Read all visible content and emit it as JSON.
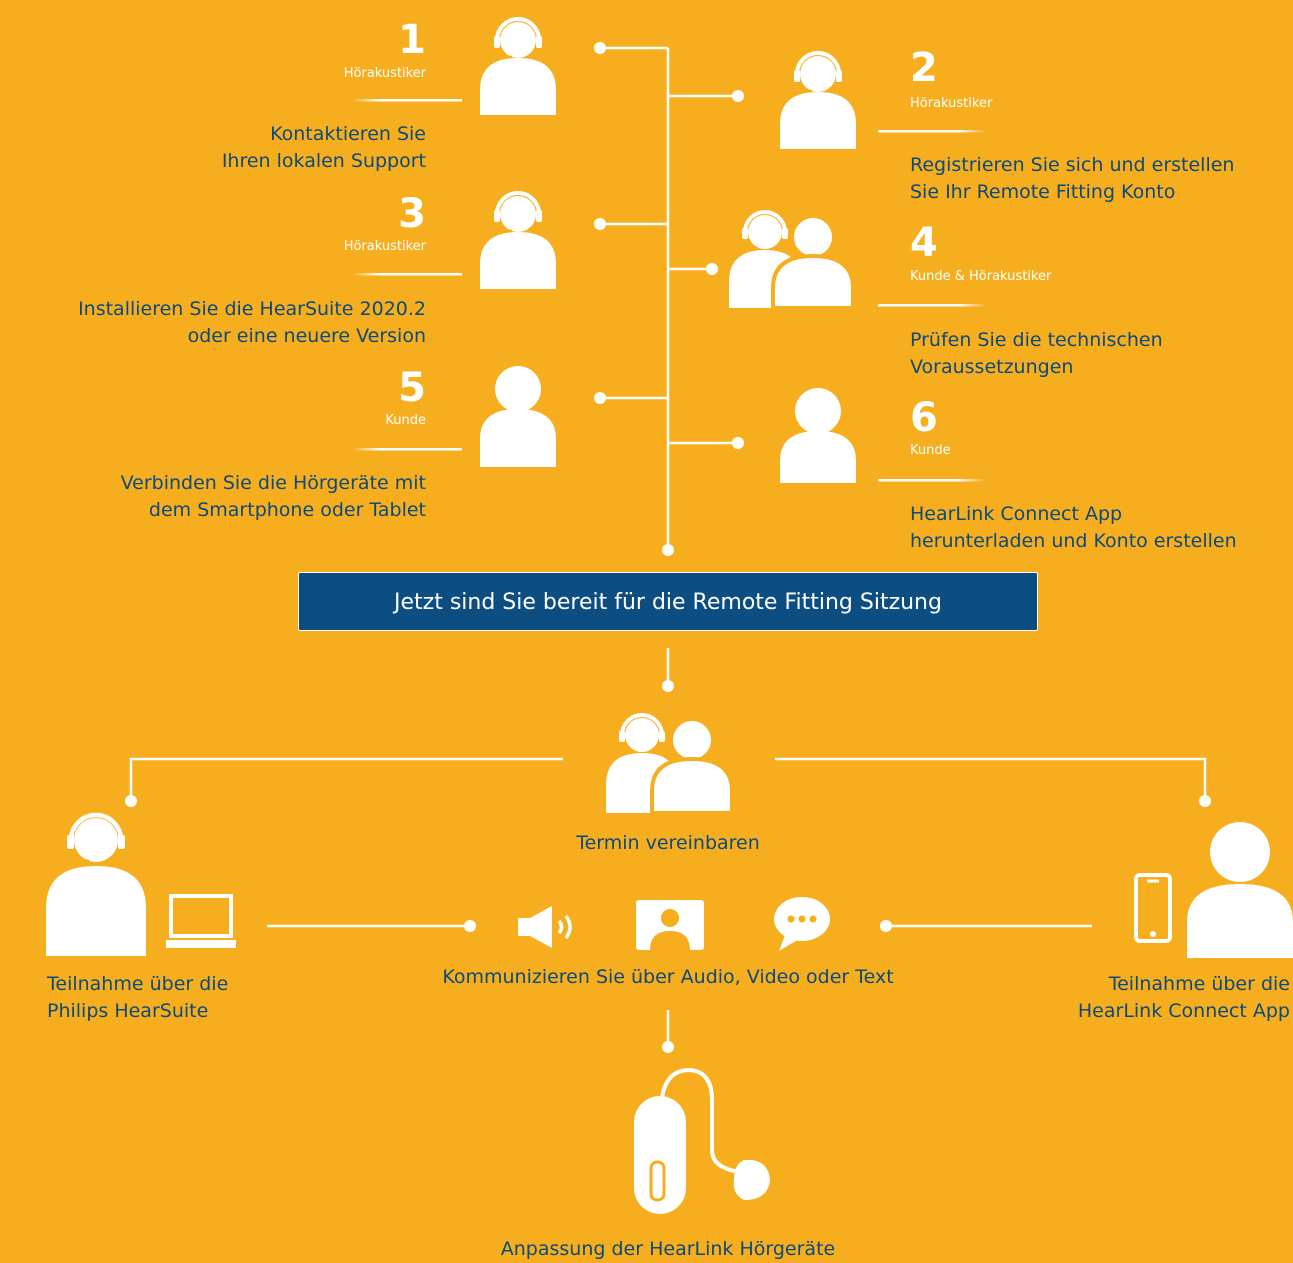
{
  "colors": {
    "background": "#F7AE1E",
    "text": "#0B4A7A",
    "banner": "#0C4E82",
    "lines": "#ffffff"
  },
  "steps": [
    {
      "number": "1",
      "role": "Hörakustiker",
      "text": "Kontaktieren Sie\nIhren lokalen Support",
      "icon": "fitter-headset-icon"
    },
    {
      "number": "2",
      "role": "Hörakustiker",
      "text": "Registrieren Sie sich und erstellen\nSie Ihr Remote Fitting Konto",
      "icon": "fitter-headset-icon"
    },
    {
      "number": "3",
      "role": "Hörakustiker",
      "text": "Installieren Sie die HearSuite 2020.2\noder eine neuere Version",
      "icon": "fitter-headset-icon"
    },
    {
      "number": "4",
      "role": "Kunde & Hörakustiker",
      "text": "Prüfen Sie die technischen\nVoraussetzungen",
      "icon": "client-and-fitter-icon"
    },
    {
      "number": "5",
      "role": "Kunde",
      "text": "Verbinden Sie die Hörgeräte mit\ndem Smartphone oder Tablet",
      "icon": "client-person-icon"
    },
    {
      "number": "6",
      "role": "Kunde",
      "text": "HearLink Connect App\nherunterladen und Konto erstellen",
      "icon": "client-person-icon"
    }
  ],
  "banner": "Jetzt sind Sie bereit für die Remote Fitting Sitzung",
  "appointment": "Termin vereinbaren",
  "left_participant": "Teilnahme über die\nPhilips HearSuite",
  "right_participant": "Teilnahme über die\nHearLink Connect App",
  "communicate": "Kommunizieren Sie über Audio, Video oder Text",
  "communication_icons": [
    "speaker-audio-icon",
    "video-person-icon",
    "chat-bubble-icon"
  ],
  "fitting": "Anpassung der HearLink Hörgeräte"
}
